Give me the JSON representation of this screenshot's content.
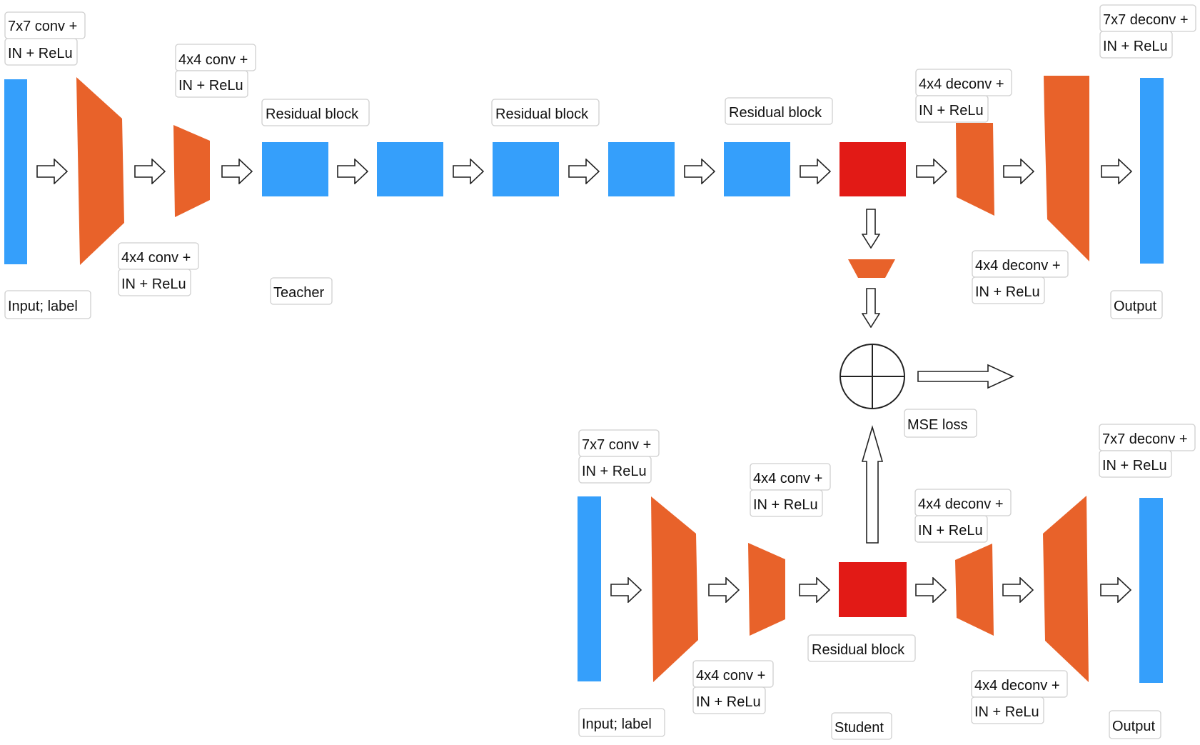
{
  "colors": {
    "blue": "#359ffb",
    "orange": "#e8622a",
    "red": "#e21a16",
    "arrow_stroke": "#222222",
    "label_border": "#cfcfcf"
  },
  "teacher": {
    "caption": "Teacher",
    "input_label": "Input; label",
    "conv7_line1": "7x7 conv +",
    "conv7_line2": "IN + ReLu",
    "conv4a_line1": "4x4 conv +",
    "conv4a_line2": "IN + ReLu",
    "conv4b_line1": "4x4 conv +",
    "conv4b_line2": "IN + ReLu",
    "res_label_1": "Residual block",
    "res_label_2": "Residual block",
    "res_label_3": "Residual block",
    "deconv4a_line1": "4x4 deconv +",
    "deconv4a_line2": "IN + ReLu",
    "deconv4b_line1": "4x4 deconv +",
    "deconv4b_line2": "IN + ReLu",
    "deconv7_line1": "7x7 deconv +",
    "deconv7_line2": "IN + ReLu",
    "output_label": "Output"
  },
  "student": {
    "caption": "Student",
    "input_label": "Input; label",
    "conv7_line1": "7x7 conv +",
    "conv7_line2": "IN + ReLu",
    "conv4a_line1": "4x4 conv +",
    "conv4a_line2": "IN + ReLu",
    "conv4b_line1": "4x4 conv +",
    "conv4b_line2": "IN + ReLu",
    "res_label": "Residual block",
    "deconv4a_line1": "4x4 deconv +",
    "deconv4a_line2": "IN + ReLu",
    "deconv4b_line1": "4x4 deconv +",
    "deconv4b_line2": "IN + ReLu",
    "deconv7_line1": "7x7 deconv +",
    "deconv7_line2": "IN + ReLu",
    "output_label": "Output"
  },
  "loss": {
    "label": "MSE loss"
  }
}
